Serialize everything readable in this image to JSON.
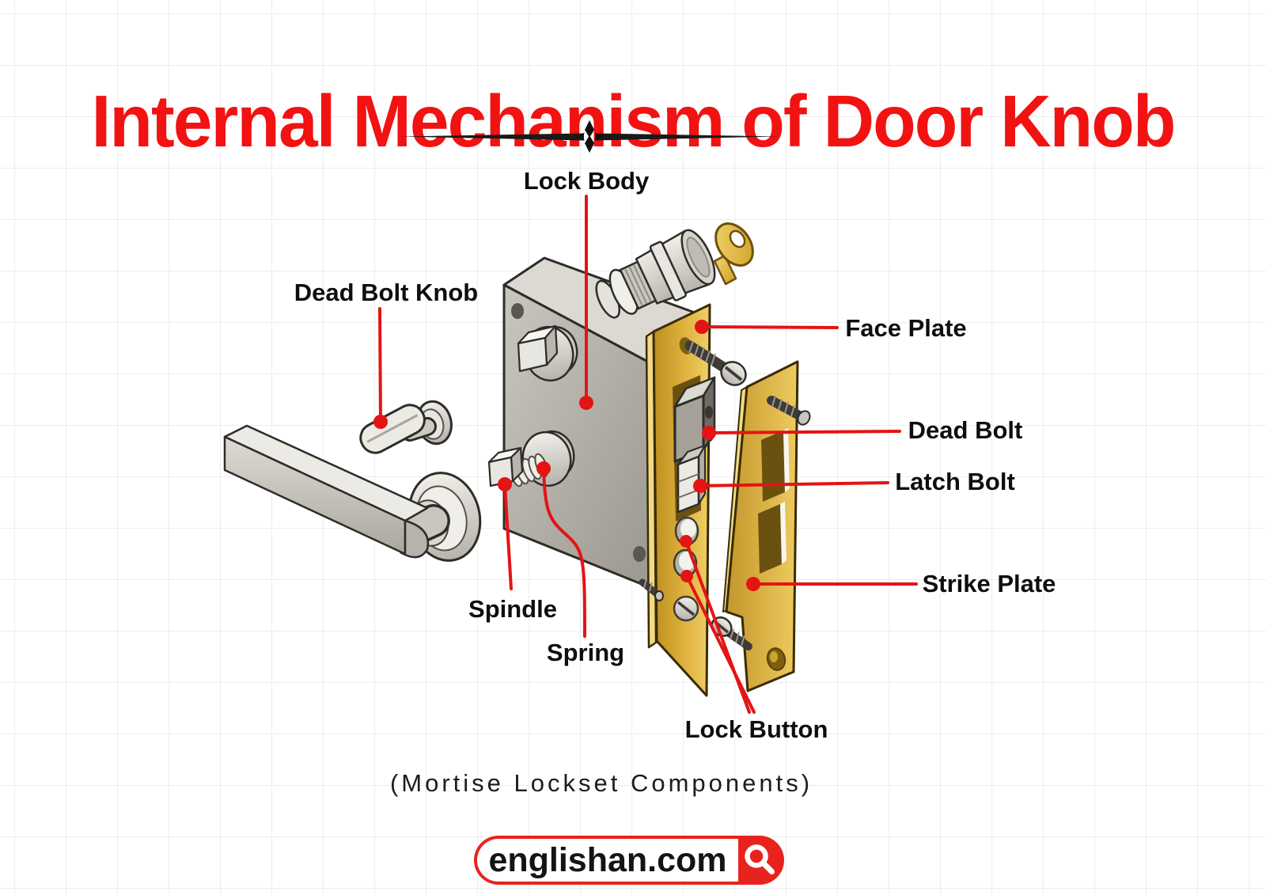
{
  "title": "Internal Mechanism of Door Knob",
  "subtitle": "(Mortise Lockset Components)",
  "labels": {
    "lock_body": "Lock Body",
    "dead_bolt_knob": "Dead Bolt Knob",
    "face_plate": "Face Plate",
    "dead_bolt": "Dead Bolt",
    "latch_bolt": "Latch Bolt",
    "strike_plate": "Strike Plate",
    "spindle": "Spindle",
    "spring": "Spring",
    "lock_button": "Lock Button"
  },
  "footer": {
    "site": "englishan.com",
    "icon": "search-icon"
  },
  "colors": {
    "accent_red": "#f21212",
    "leader_red": "#e41414",
    "brass": "#d9ad3c",
    "brass_shadow": "#6b5110",
    "steel_gray": "#b3b0aa",
    "silver": "#e8e6e0",
    "label_text": "#0e0e0e",
    "grid_line": "#ededf1",
    "background": "#ffffff"
  }
}
